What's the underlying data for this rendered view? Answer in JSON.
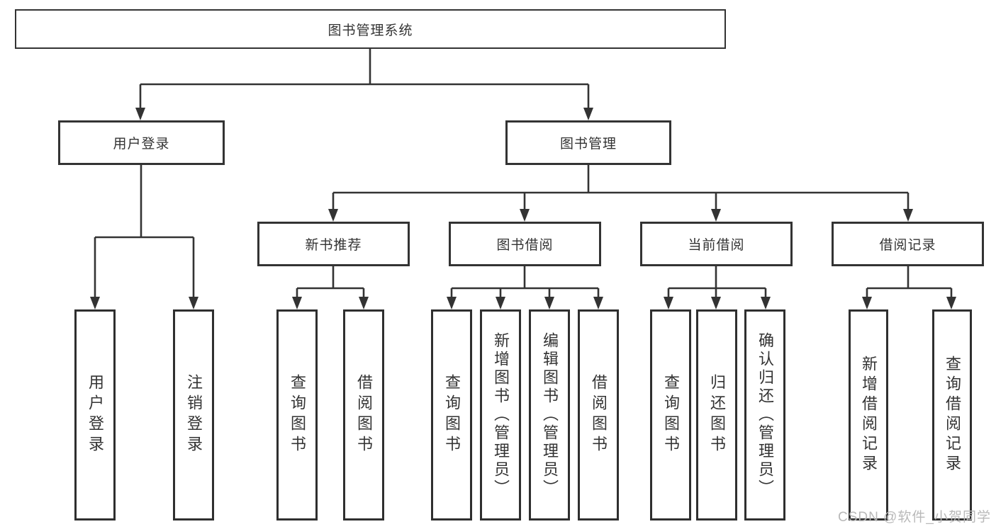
{
  "diagram_type": "hierarchy-tree",
  "colors": {
    "line": "#333333",
    "box_border": "#2f2f2f",
    "text": "#333333",
    "background": "#ffffff",
    "watermark_text_color": "#b9b9b9"
  },
  "tree": {
    "root": {
      "label": "图书管理系统"
    },
    "branches": [
      {
        "label": "用户登录",
        "children": [
          {
            "label": "用户登录"
          },
          {
            "label": "注销登录"
          }
        ]
      },
      {
        "label": "图书管理",
        "children": [
          {
            "label": "新书推荐",
            "children": [
              {
                "label": "查询图书"
              },
              {
                "label": "借阅图书"
              }
            ]
          },
          {
            "label": "图书借阅",
            "children": [
              {
                "label": "查询图书"
              },
              {
                "label": "新增图书（管理员）"
              },
              {
                "label": "编辑图书（管理员）"
              },
              {
                "label": "借阅图书"
              }
            ]
          },
          {
            "label": "当前借阅",
            "children": [
              {
                "label": "查询图书"
              },
              {
                "label": "归还图书"
              },
              {
                "label": "确认归还（管理员）"
              }
            ]
          },
          {
            "label": "借阅记录",
            "children": [
              {
                "label": "新增借阅记录"
              },
              {
                "label": "查询借阅记录"
              }
            ]
          }
        ]
      }
    ]
  },
  "watermark": {
    "text": "CSDN @软件_小贺同学"
  }
}
